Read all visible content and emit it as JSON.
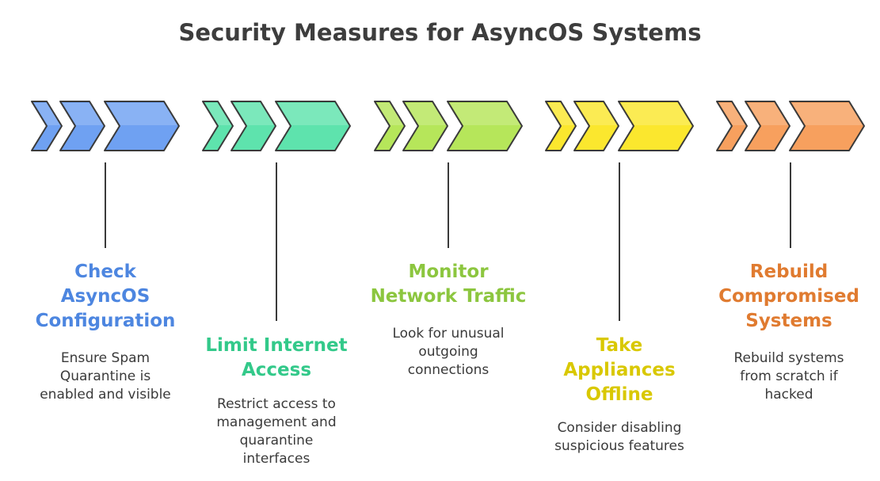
{
  "title": "Security Measures for AsyncOS Systems",
  "steps": [
    {
      "title": "Check\nAsyncOS\nConfiguration",
      "description": "Ensure Spam\nQuarantine is\nenabled and visible",
      "color": "#4a86e8",
      "fill": "#6fa1f2",
      "text_color": "#4d86e0"
    },
    {
      "title": "Limit Internet\nAccess",
      "description": "Restrict access to\nmanagement and\nquarantine\ninterfaces",
      "color": "#2fcf8f",
      "fill": "#5ee3ad",
      "text_color": "#33c98a"
    },
    {
      "title": "Monitor\nNetwork Traffic",
      "description": "Look for unusual\noutgoing\nconnections",
      "color": "#9ad430",
      "fill": "#b6e65a",
      "text_color": "#8cc63f"
    },
    {
      "title": "Take\nAppliances\nOffline",
      "description": "Consider disabling\nsuspicious features",
      "color": "#f5de00",
      "fill": "#fbe72e",
      "text_color": "#d9c800"
    },
    {
      "title": "Rebuild\nCompromised\nSystems",
      "description": "Rebuild systems\nfrom scratch if\nhacked",
      "color": "#f2893a",
      "fill": "#f7a05e",
      "text_color": "#e07b30"
    }
  ]
}
